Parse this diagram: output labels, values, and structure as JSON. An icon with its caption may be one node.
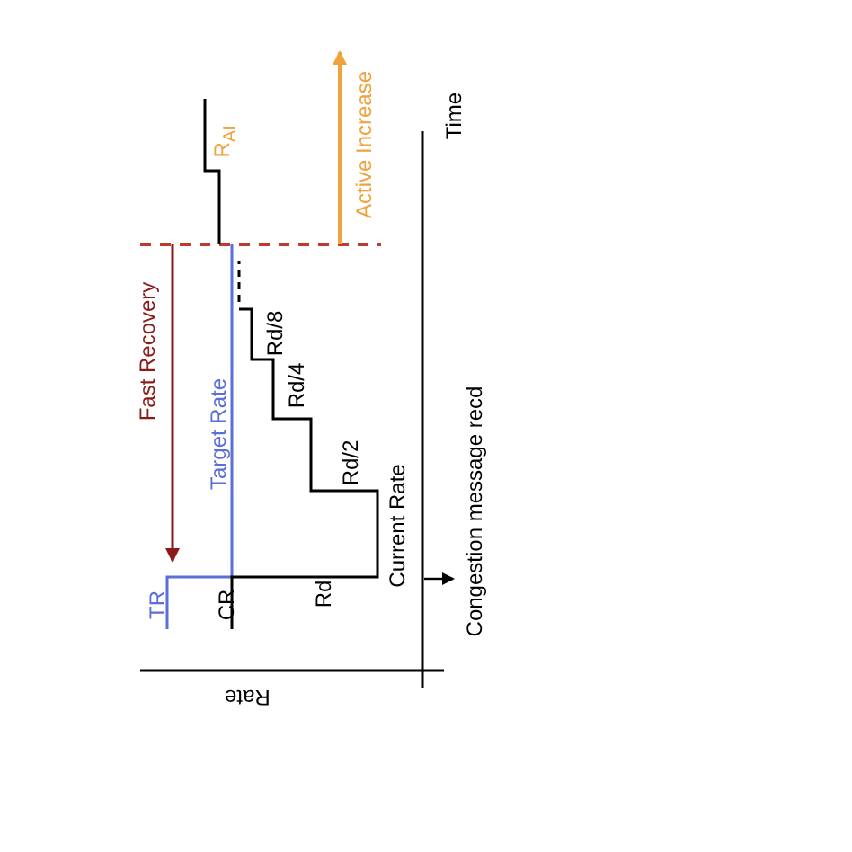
{
  "diagram": {
    "labels": [
      "Time",
      "Active Increase",
      "R$_{AI}$",
      "Fast Recovery",
      "Rd/8",
      "Rd/4",
      "Target Rate",
      "Rd/2",
      "Current Rate",
      "TR",
      "CR",
      "Rd",
      "Congestion message recd",
      "Rate"
    ]
  }
}
